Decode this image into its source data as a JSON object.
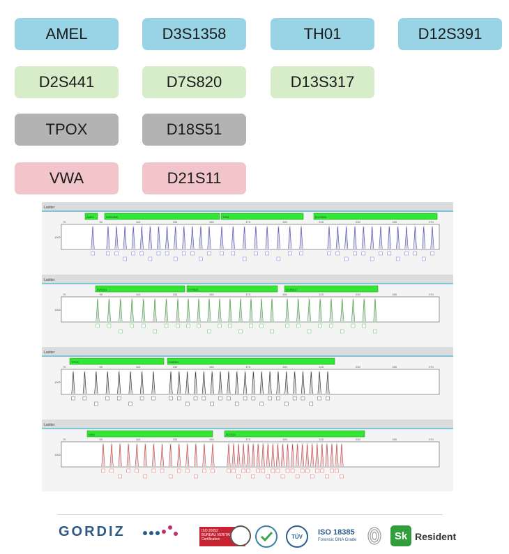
{
  "loci": [
    {
      "label": "AMEL",
      "group": "blue"
    },
    {
      "label": "D3S1358",
      "group": "blue"
    },
    {
      "label": "TH01",
      "group": "blue"
    },
    {
      "label": "D12S391",
      "group": "blue"
    },
    {
      "label": "D2S441",
      "group": "green"
    },
    {
      "label": "D7S820",
      "group": "green"
    },
    {
      "label": "D13S317",
      "group": "green"
    },
    {
      "label": "TPOX",
      "group": "gray"
    },
    {
      "label": "D18S51",
      "group": "gray"
    },
    {
      "label": "VWA",
      "group": "red"
    },
    {
      "label": "D21S11",
      "group": "red"
    }
  ],
  "colors": {
    "blue": "#99d4e6",
    "green": "#d7ecc8",
    "gray": "#b3b3b3",
    "red": "#f1c5c9",
    "trace_blue": "#5656c8",
    "trace_green": "#48a848",
    "trace_gray": "#3a3a3a",
    "trace_red": "#d64a4a",
    "bin_green": "#33e633",
    "brand": "#2d5b86"
  },
  "electropherogram": {
    "panel_title": "Ladder",
    "y_tick": "1000",
    "x_ticks": [
      "70",
      "90",
      "110",
      "130",
      "150",
      "170",
      "190",
      "210",
      "230",
      "250",
      "270"
    ],
    "panels": [
      {
        "trace": "blue",
        "bins": [
          "AMEL",
          "D3S1358",
          "TH01",
          "D12S391"
        ]
      },
      {
        "trace": "green",
        "bins": [
          "D2S441",
          "D7S820",
          "D13S317"
        ]
      },
      {
        "trace": "gray",
        "bins": [
          "TPOX",
          "D18S51"
        ]
      },
      {
        "trace": "red",
        "bins": [
          "VWA",
          "D21S11"
        ]
      }
    ]
  },
  "footer": {
    "brand": "GORDIZ",
    "bv_lines": [
      "ISO 20252",
      "BUREAU VERITAS",
      "Certification"
    ],
    "tuv": "TÜV",
    "iso_title": "ISO 18385",
    "iso_sub": "Forensic DNA Grade",
    "sk_badge": "Sk",
    "resident": "Resident"
  }
}
